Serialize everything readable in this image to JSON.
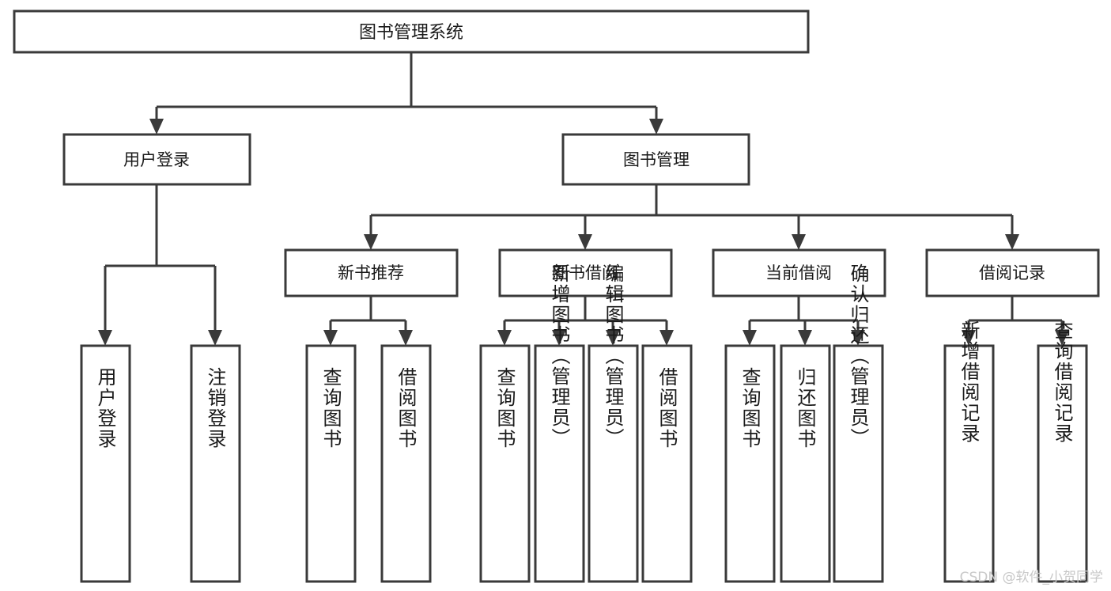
{
  "diagram": {
    "title": "图书管理系统",
    "type": "functional-structure-tree",
    "root": {
      "id": "root",
      "label": "图书管理系统",
      "level": 1
    },
    "level2": [
      {
        "id": "user-login",
        "label": "用户登录",
        "level": 2
      },
      {
        "id": "book-management",
        "label": "图书管理",
        "level": 2
      }
    ],
    "level3": [
      {
        "id": "new-book-recommend",
        "label": "新书推荐",
        "level": 3,
        "parent": "book-management"
      },
      {
        "id": "book-borrow",
        "label": "图书借阅",
        "level": 3,
        "parent": "book-management"
      },
      {
        "id": "current-borrow",
        "label": "当前借阅",
        "level": 3,
        "parent": "book-management"
      },
      {
        "id": "borrow-record",
        "label": "借阅记录",
        "level": 3,
        "parent": "book-management"
      }
    ],
    "leaves": [
      {
        "id": "leaf-user-login",
        "label": "用户登录",
        "parent": "user-login"
      },
      {
        "id": "leaf-logout-login",
        "label": "注销登录",
        "parent": "user-login"
      },
      {
        "id": "leaf-query-book-1",
        "label": "查询图书",
        "parent": "new-book-recommend"
      },
      {
        "id": "leaf-borrow-book-1",
        "label": "借阅图书",
        "parent": "new-book-recommend"
      },
      {
        "id": "leaf-query-book-2",
        "label": "查询图书",
        "parent": "book-borrow"
      },
      {
        "id": "leaf-add-book",
        "label": "新增图书（管理员）",
        "parent": "book-borrow"
      },
      {
        "id": "leaf-edit-book",
        "label": "编辑图书（管理员）",
        "parent": "book-borrow"
      },
      {
        "id": "leaf-borrow-book-2",
        "label": "借阅图书",
        "parent": "book-borrow"
      },
      {
        "id": "leaf-query-book-3",
        "label": "查询图书",
        "parent": "current-borrow"
      },
      {
        "id": "leaf-return-book",
        "label": "归还图书",
        "parent": "current-borrow"
      },
      {
        "id": "leaf-confirm-return",
        "label": "确认归还（管理员）",
        "parent": "current-borrow"
      },
      {
        "id": "leaf-add-record",
        "label": "新增借阅记录",
        "parent": "borrow-record"
      },
      {
        "id": "leaf-query-record",
        "label": "查询借阅记录",
        "parent": "borrow-record"
      }
    ]
  },
  "watermark": {
    "text": "CSDN @软件_小贺同学"
  },
  "colors": {
    "box_stroke": "#3a3a3a",
    "box_fill": "#ffffff",
    "text": "#1a1a1a",
    "watermark": "#c8c8c8",
    "background": "#ffffff"
  }
}
